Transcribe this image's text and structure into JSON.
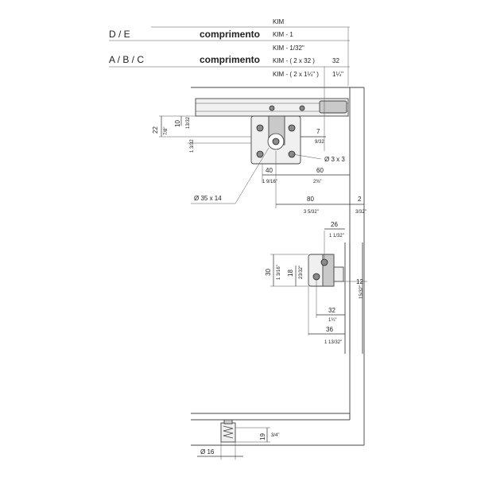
{
  "header": {
    "kim": "KIM",
    "row_de": {
      "letters": "D / E",
      "word": "comprimento",
      "f1": "KIM - 1",
      "f2": "KIM - 1/32\""
    },
    "row_abc": {
      "letters": "A / B / C",
      "word": "comprimento",
      "f1": "KIM - ( 2 x 32 )",
      "f2": "KIM - ( 2 x 1¼\" )",
      "v32": "32",
      "v32in": "1¼\""
    }
  },
  "top_view": {
    "d22": "22",
    "d22in": "7/8\"",
    "d10": "10",
    "d10in": "13/32",
    "d13in": "1 3/32",
    "d7": "7",
    "d7in": "9/32",
    "hole3": "Ø 3 x 3",
    "d40": "40",
    "d40in": "1 9/16\"",
    "d60": "60",
    "d60in": "2⅜\"",
    "hole35": "Ø 35 x 14",
    "d80": "80",
    "d80in": "3 5/32\"",
    "d2": "2",
    "d2in": "3/32\""
  },
  "side_view": {
    "d26": "26",
    "d26in": "1 1/32\"",
    "d30": "30",
    "d30in": "1 3/16\"",
    "d18": "18",
    "d18in": "23/32\"",
    "d12": "12",
    "d12in": "15/32\"",
    "d32": "32",
    "d32in": "1¼\"",
    "d36": "36",
    "d36in": "1 13/32\""
  },
  "bottom_view": {
    "d19": "19",
    "d19in": "3/4\"",
    "hole16": "Ø 16"
  }
}
